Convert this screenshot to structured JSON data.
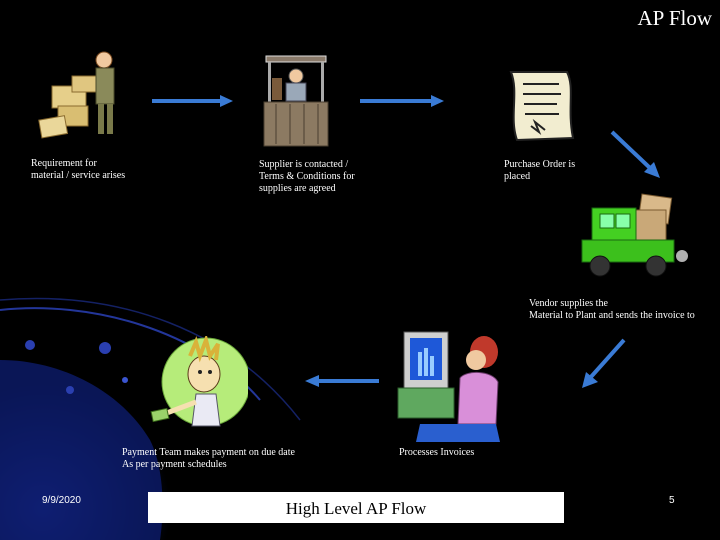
{
  "slide": {
    "title": "AP Flow",
    "footer_title": "High Level AP Flow",
    "date": "9/9/2020",
    "page_number": "5"
  },
  "steps": [
    {
      "id": "requirement",
      "label_lines": [
        "Requirement for",
        "material / service arises"
      ],
      "icon": "worker-with-boxes-icon"
    },
    {
      "id": "supplier",
      "label_lines": [
        "Supplier is contacted /",
        "Terms & Conditions for",
        "supplies are agreed"
      ],
      "icon": "vendor-booth-icon"
    },
    {
      "id": "purchase-order",
      "label_lines": [
        "Purchase Order is",
        "placed"
      ],
      "icon": "document-scroll-icon"
    },
    {
      "id": "delivery",
      "label_lines": [
        "Vendor supplies the",
        "Material to Plant and sends the invoice to"
      ],
      "icon": "delivery-truck-icon"
    },
    {
      "id": "invoice",
      "label_lines": [
        "Processes Invoices"
      ],
      "icon": "person-at-computer-icon"
    },
    {
      "id": "payment",
      "label_lines": [
        "Payment Team makes payment on due date",
        "As per payment schedules"
      ],
      "icon": "man-handing-cash-icon"
    }
  ],
  "colors": {
    "background": "#000000",
    "arrow": "#3a7bd5",
    "accent_blue": "#1a2a8a"
  }
}
